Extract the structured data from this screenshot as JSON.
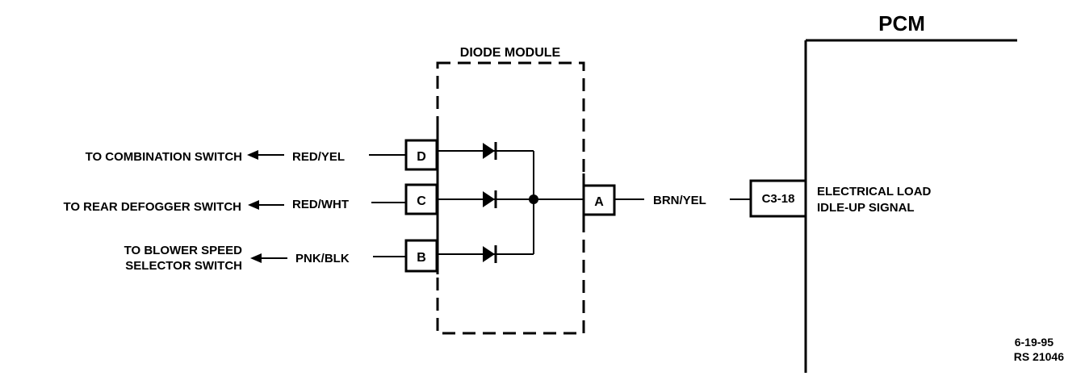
{
  "pcm_label": "PCM",
  "module_label": "DIODE MODULE",
  "circuits": [
    {
      "dest": "TO COMBINATION SWITCH",
      "wire": "RED/YEL",
      "terminal": "D"
    },
    {
      "dest": "TO REAR DEFOGGER SWITCH",
      "wire": "RED/WHT",
      "terminal": "C"
    },
    {
      "dest_line1": "TO BLOWER SPEED",
      "dest_line2": "SELECTOR SWITCH",
      "wire": "PNK/BLK",
      "terminal": "B"
    }
  ],
  "output": {
    "terminal": "A",
    "wire": "BRN/YEL",
    "pin": "C3-18",
    "signal_line1": "ELECTRICAL LOAD",
    "signal_line2": "IDLE-UP SIGNAL"
  },
  "footer": {
    "date": "6-19-95",
    "ref": "RS 21046"
  }
}
